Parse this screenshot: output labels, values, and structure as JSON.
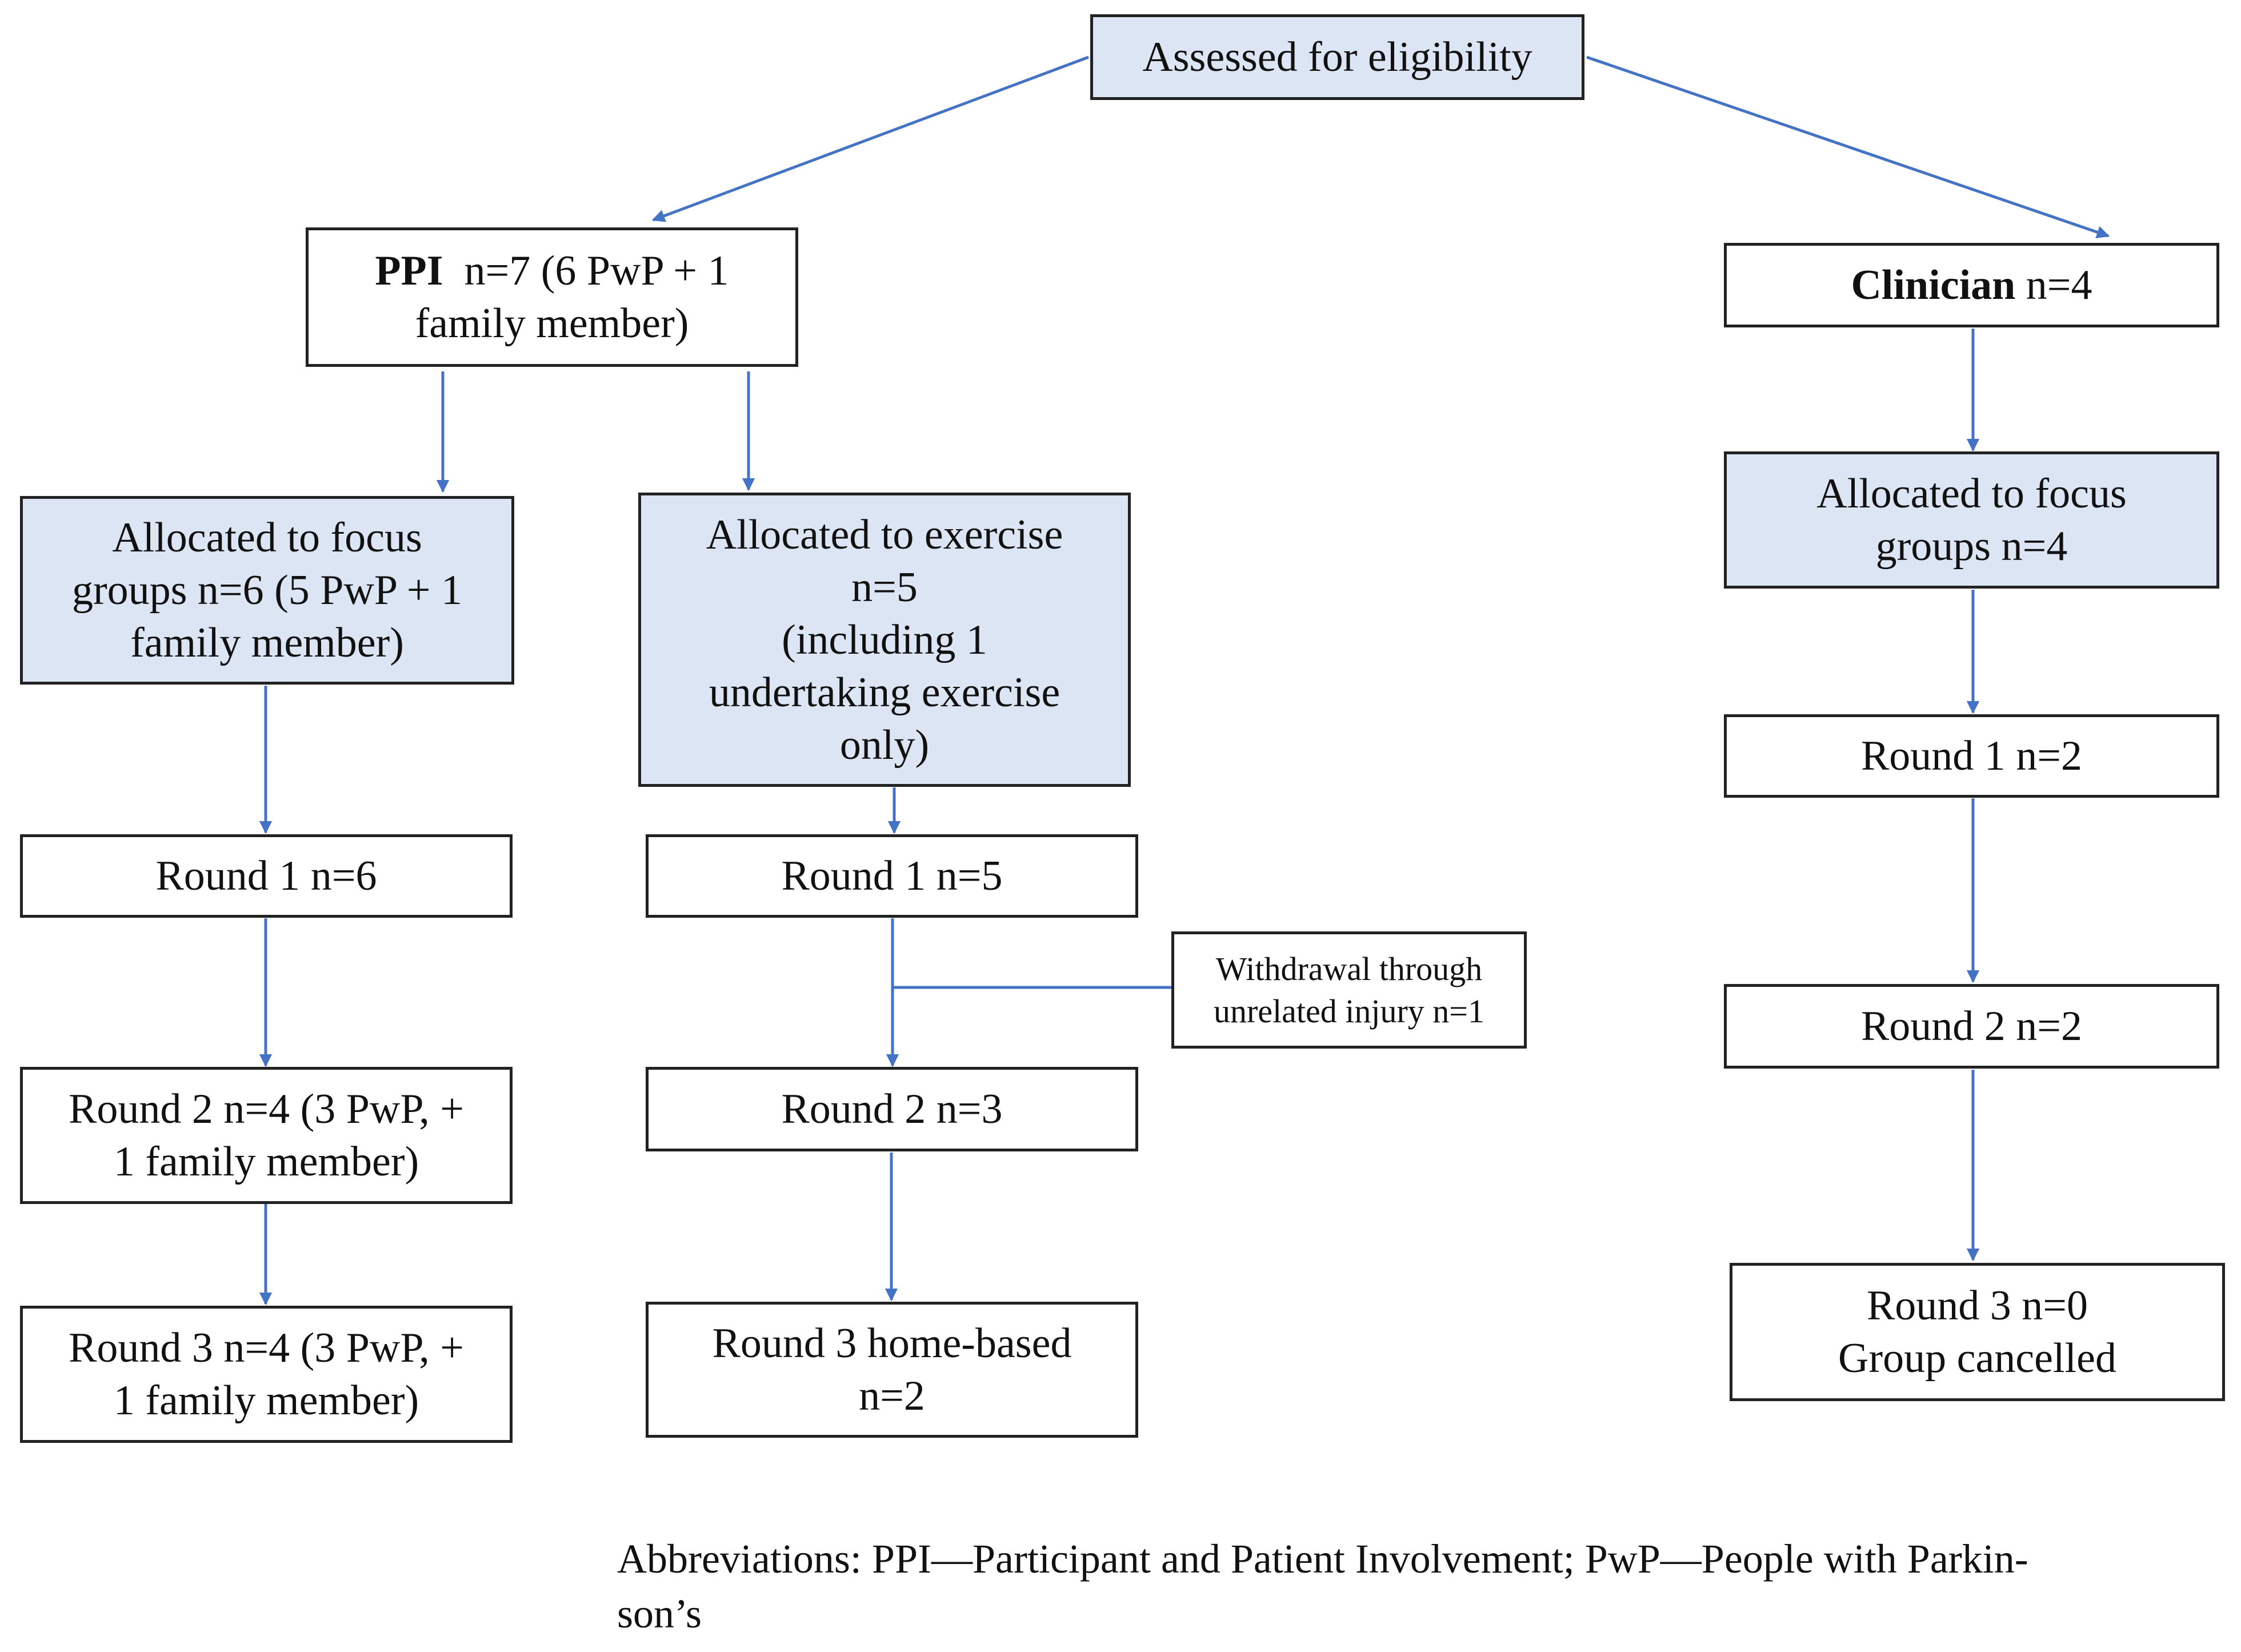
{
  "colors": {
    "accent_fill": "#dce5f3",
    "connector": "#4472c4",
    "border": "#222222"
  },
  "nodes": {
    "assessed": {
      "lines": [
        "Assessed for eligibility"
      ]
    },
    "ppi": {
      "bold": "PPI",
      "rest": "n=7 (6 PwP + 1",
      "line2": "family member)"
    },
    "clinician": {
      "bold": "Clinician",
      "rest": "n=4"
    },
    "ppi_focus": {
      "lines": [
        "Allocated to focus",
        "groups n=6 (5 PwP + 1",
        "family member)"
      ]
    },
    "ppi_exercise": {
      "lines": [
        "Allocated to exercise",
        "n=5",
        "(including 1",
        "undertaking exercise",
        "only)"
      ]
    },
    "clin_focus": {
      "lines": [
        "Allocated to focus",
        "groups n=4"
      ]
    },
    "focus_r1": {
      "lines": [
        "Round 1 n=6"
      ]
    },
    "exercise_r1": {
      "lines": [
        "Round 1 n=5"
      ]
    },
    "clin_r1": {
      "lines": [
        "Round 1 n=2"
      ]
    },
    "withdrawal": {
      "lines": [
        "Withdrawal through",
        "unrelated injury n=1"
      ]
    },
    "focus_r2": {
      "lines": [
        "Round 2 n=4 (3 PwP, +",
        "1 family member)"
      ]
    },
    "exercise_r2": {
      "lines": [
        "Round 2 n=3"
      ]
    },
    "clin_r2": {
      "lines": [
        "Round 2 n=2"
      ]
    },
    "focus_r3": {
      "lines": [
        "Round 3 n=4 (3 PwP, +",
        "1 family member)"
      ]
    },
    "exercise_r3": {
      "lines": [
        "Round 3 home-based",
        "n=2"
      ]
    },
    "clin_r3": {
      "lines": [
        "Round 3 n=0",
        "Group cancelled"
      ]
    }
  },
  "caption": {
    "line1": "Abbreviations: PPI—Participant and Patient Involvement; PwP—People with Parkin-",
    "line2": "son’s"
  }
}
